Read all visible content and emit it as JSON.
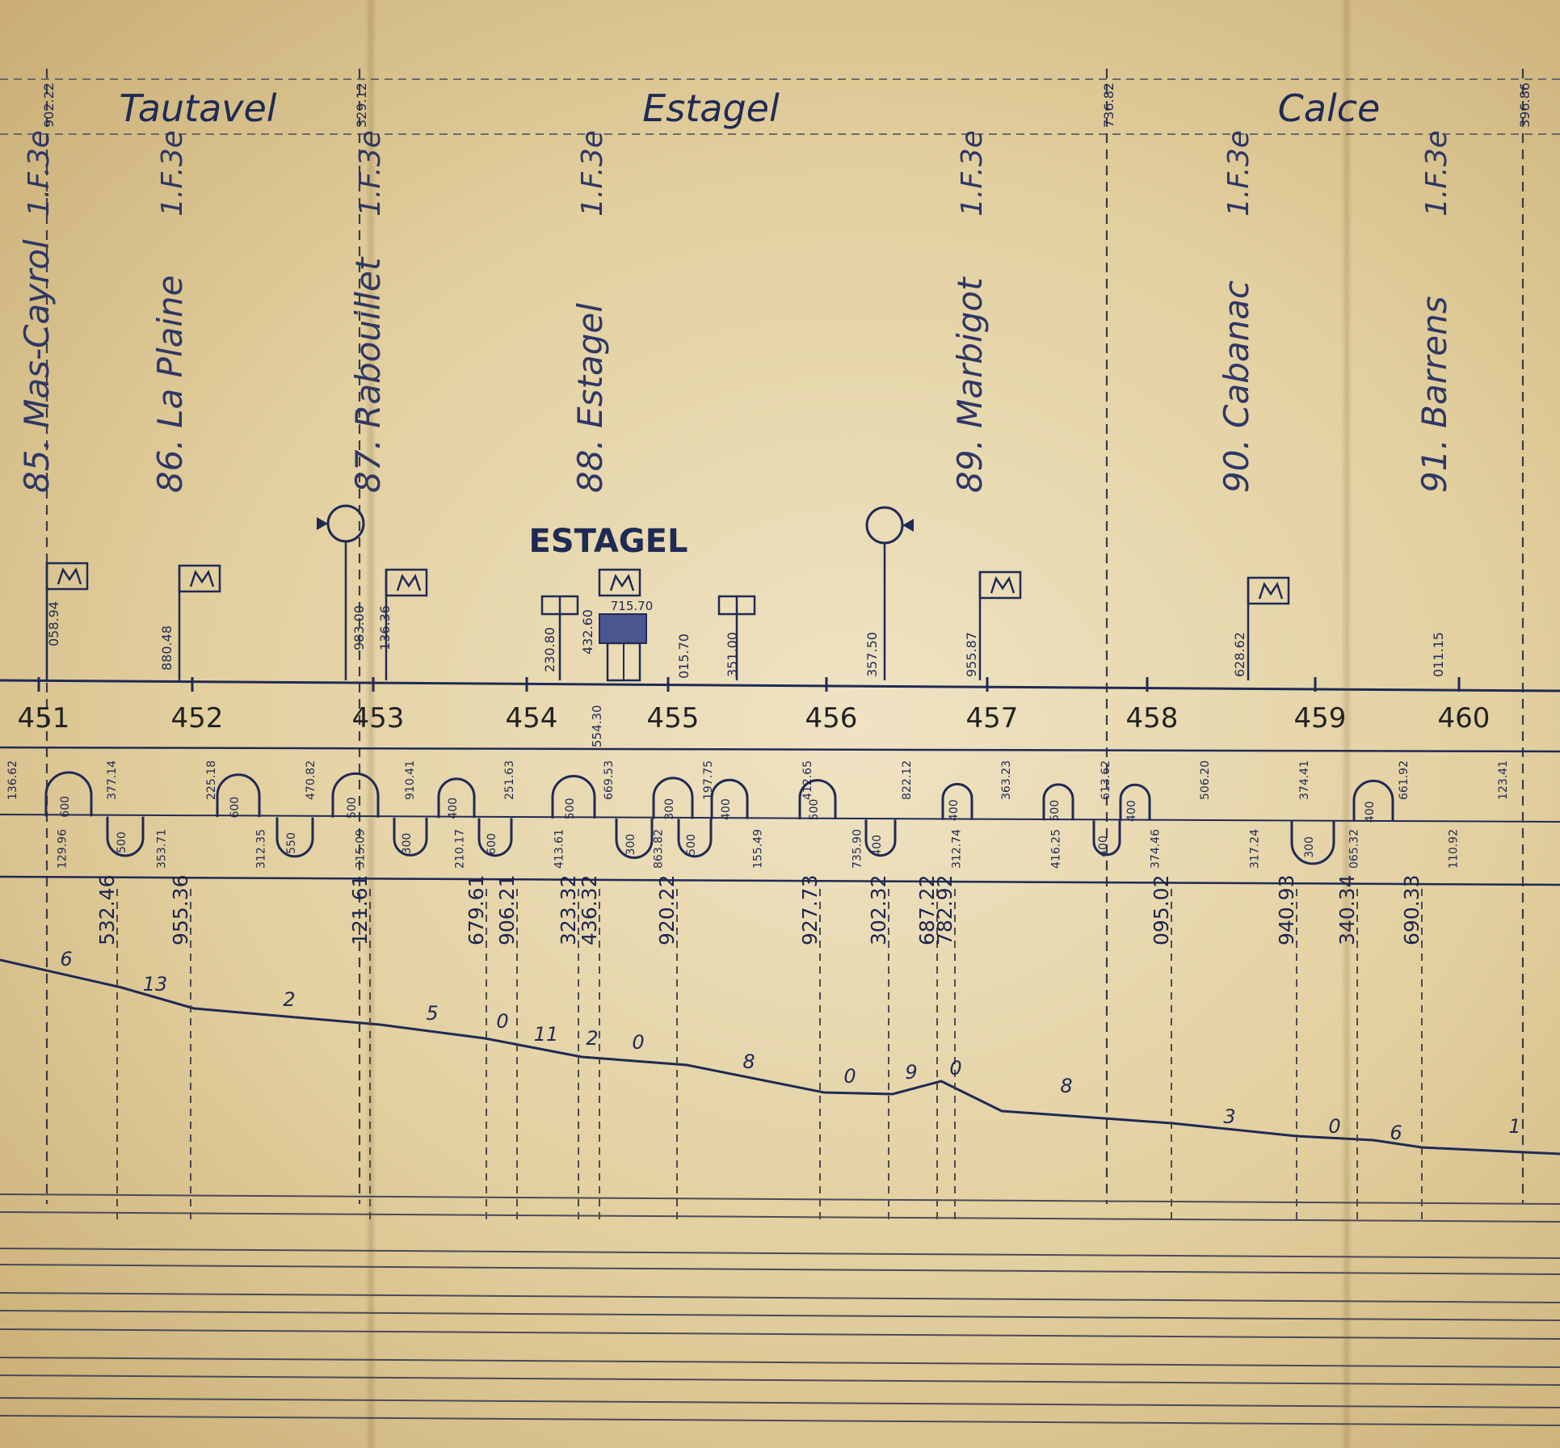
{
  "communes": [
    {
      "name": "Tautavel"
    },
    {
      "name": "Estagel"
    },
    {
      "name": "Calce"
    }
  ],
  "commune_boundaries": [
    "902.22",
    "329.12",
    "736.82",
    "396.86"
  ],
  "places": [
    {
      "name": "85. Mas-Cayrol",
      "class": "1.F.3e"
    },
    {
      "name": "86. La Plaine",
      "class": "1.F.3e"
    },
    {
      "name": "87. Rabouillet",
      "class": "1.F.3e"
    },
    {
      "name": "88. Estagel",
      "class": "1.F.3e"
    },
    {
      "name": "89. Marbigot",
      "class": "1.F.3e"
    },
    {
      "name": "90. Cabanac",
      "class": "1.F.3e"
    },
    {
      "name": "91. Barrens",
      "class": "1.F.3e"
    }
  ],
  "station": {
    "name": "ESTAGEL",
    "value": "715.70"
  },
  "structure_values": [
    "058.94",
    "880.48",
    "983.00",
    "136.36",
    "230.80",
    "432.60",
    "015.70",
    "351.00",
    "357.50",
    "955.87",
    "628.62",
    "011.15"
  ],
  "km_markers": [
    "451",
    "452",
    "453",
    "454",
    "455",
    "456",
    "457",
    "458",
    "459",
    "460"
  ],
  "km_sub_value": "554.30",
  "alignment_values": [
    "136.62",
    "129.96",
    "377.14",
    "353.71",
    "225.18",
    "312.35",
    "470.82",
    "315.09",
    "910.41",
    "210.17",
    "251.63",
    "413.61",
    "669.53",
    "863.82",
    "197.75",
    "155.49",
    "412.65",
    "735.90",
    "822.12",
    "312.74",
    "363.23",
    "416.25",
    "613.62",
    "374.46",
    "506.20",
    "317.24",
    "374.41",
    "065.32",
    "661.92",
    "110.92",
    "123.41"
  ],
  "curve_radii": [
    "600",
    "500",
    "600",
    "550",
    "500",
    "300",
    "400",
    "600",
    "500",
    "300",
    "300",
    "500",
    "400",
    "500",
    "400",
    "400",
    "500",
    "400",
    "400",
    "300",
    "400"
  ],
  "elevation_points": [
    "532.46",
    "955.36",
    "121.61",
    "679.61",
    "906.21",
    "323.32",
    "436.32",
    "920.22",
    "927.73",
    "302.32",
    "687.22",
    "782.92",
    "095.02",
    "940.93",
    "340.34",
    "690.33"
  ],
  "gradients": [
    "6",
    "13",
    "2",
    "5",
    "0",
    "11",
    "2",
    "0",
    "8",
    "0",
    "9",
    "0",
    "8",
    "3",
    "0",
    "6",
    "1"
  ]
}
